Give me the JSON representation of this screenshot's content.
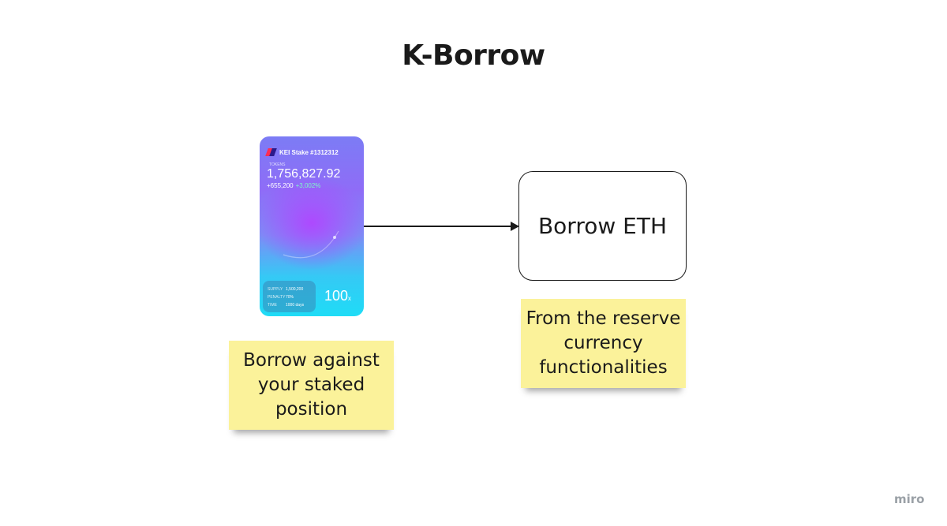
{
  "title": "K-Borrow",
  "card": {
    "header": "KEI Stake #1312312",
    "small_label": "TOKENS",
    "amount": "1,756,827.92",
    "change": "+655,200",
    "change_pct": "+3,002%",
    "stats": [
      {
        "key": "SUPPLY",
        "value": "1,500,200"
      },
      {
        "key": "PENALTY",
        "value": "70%"
      },
      {
        "key": "TIME",
        "value": "1000 days"
      }
    ],
    "multiplier": "100",
    "multiplier_suffix": "x",
    "colors": {
      "top": "#7c7cf5",
      "middle": "#b046ff",
      "bottom": "#1fdcf6"
    }
  },
  "box": {
    "label": "Borrow ETH"
  },
  "notes": {
    "left": "Borrow against your staked position",
    "right": "From the reserve currency functionalities",
    "color": "#fbf29a"
  },
  "watermark": "miro"
}
